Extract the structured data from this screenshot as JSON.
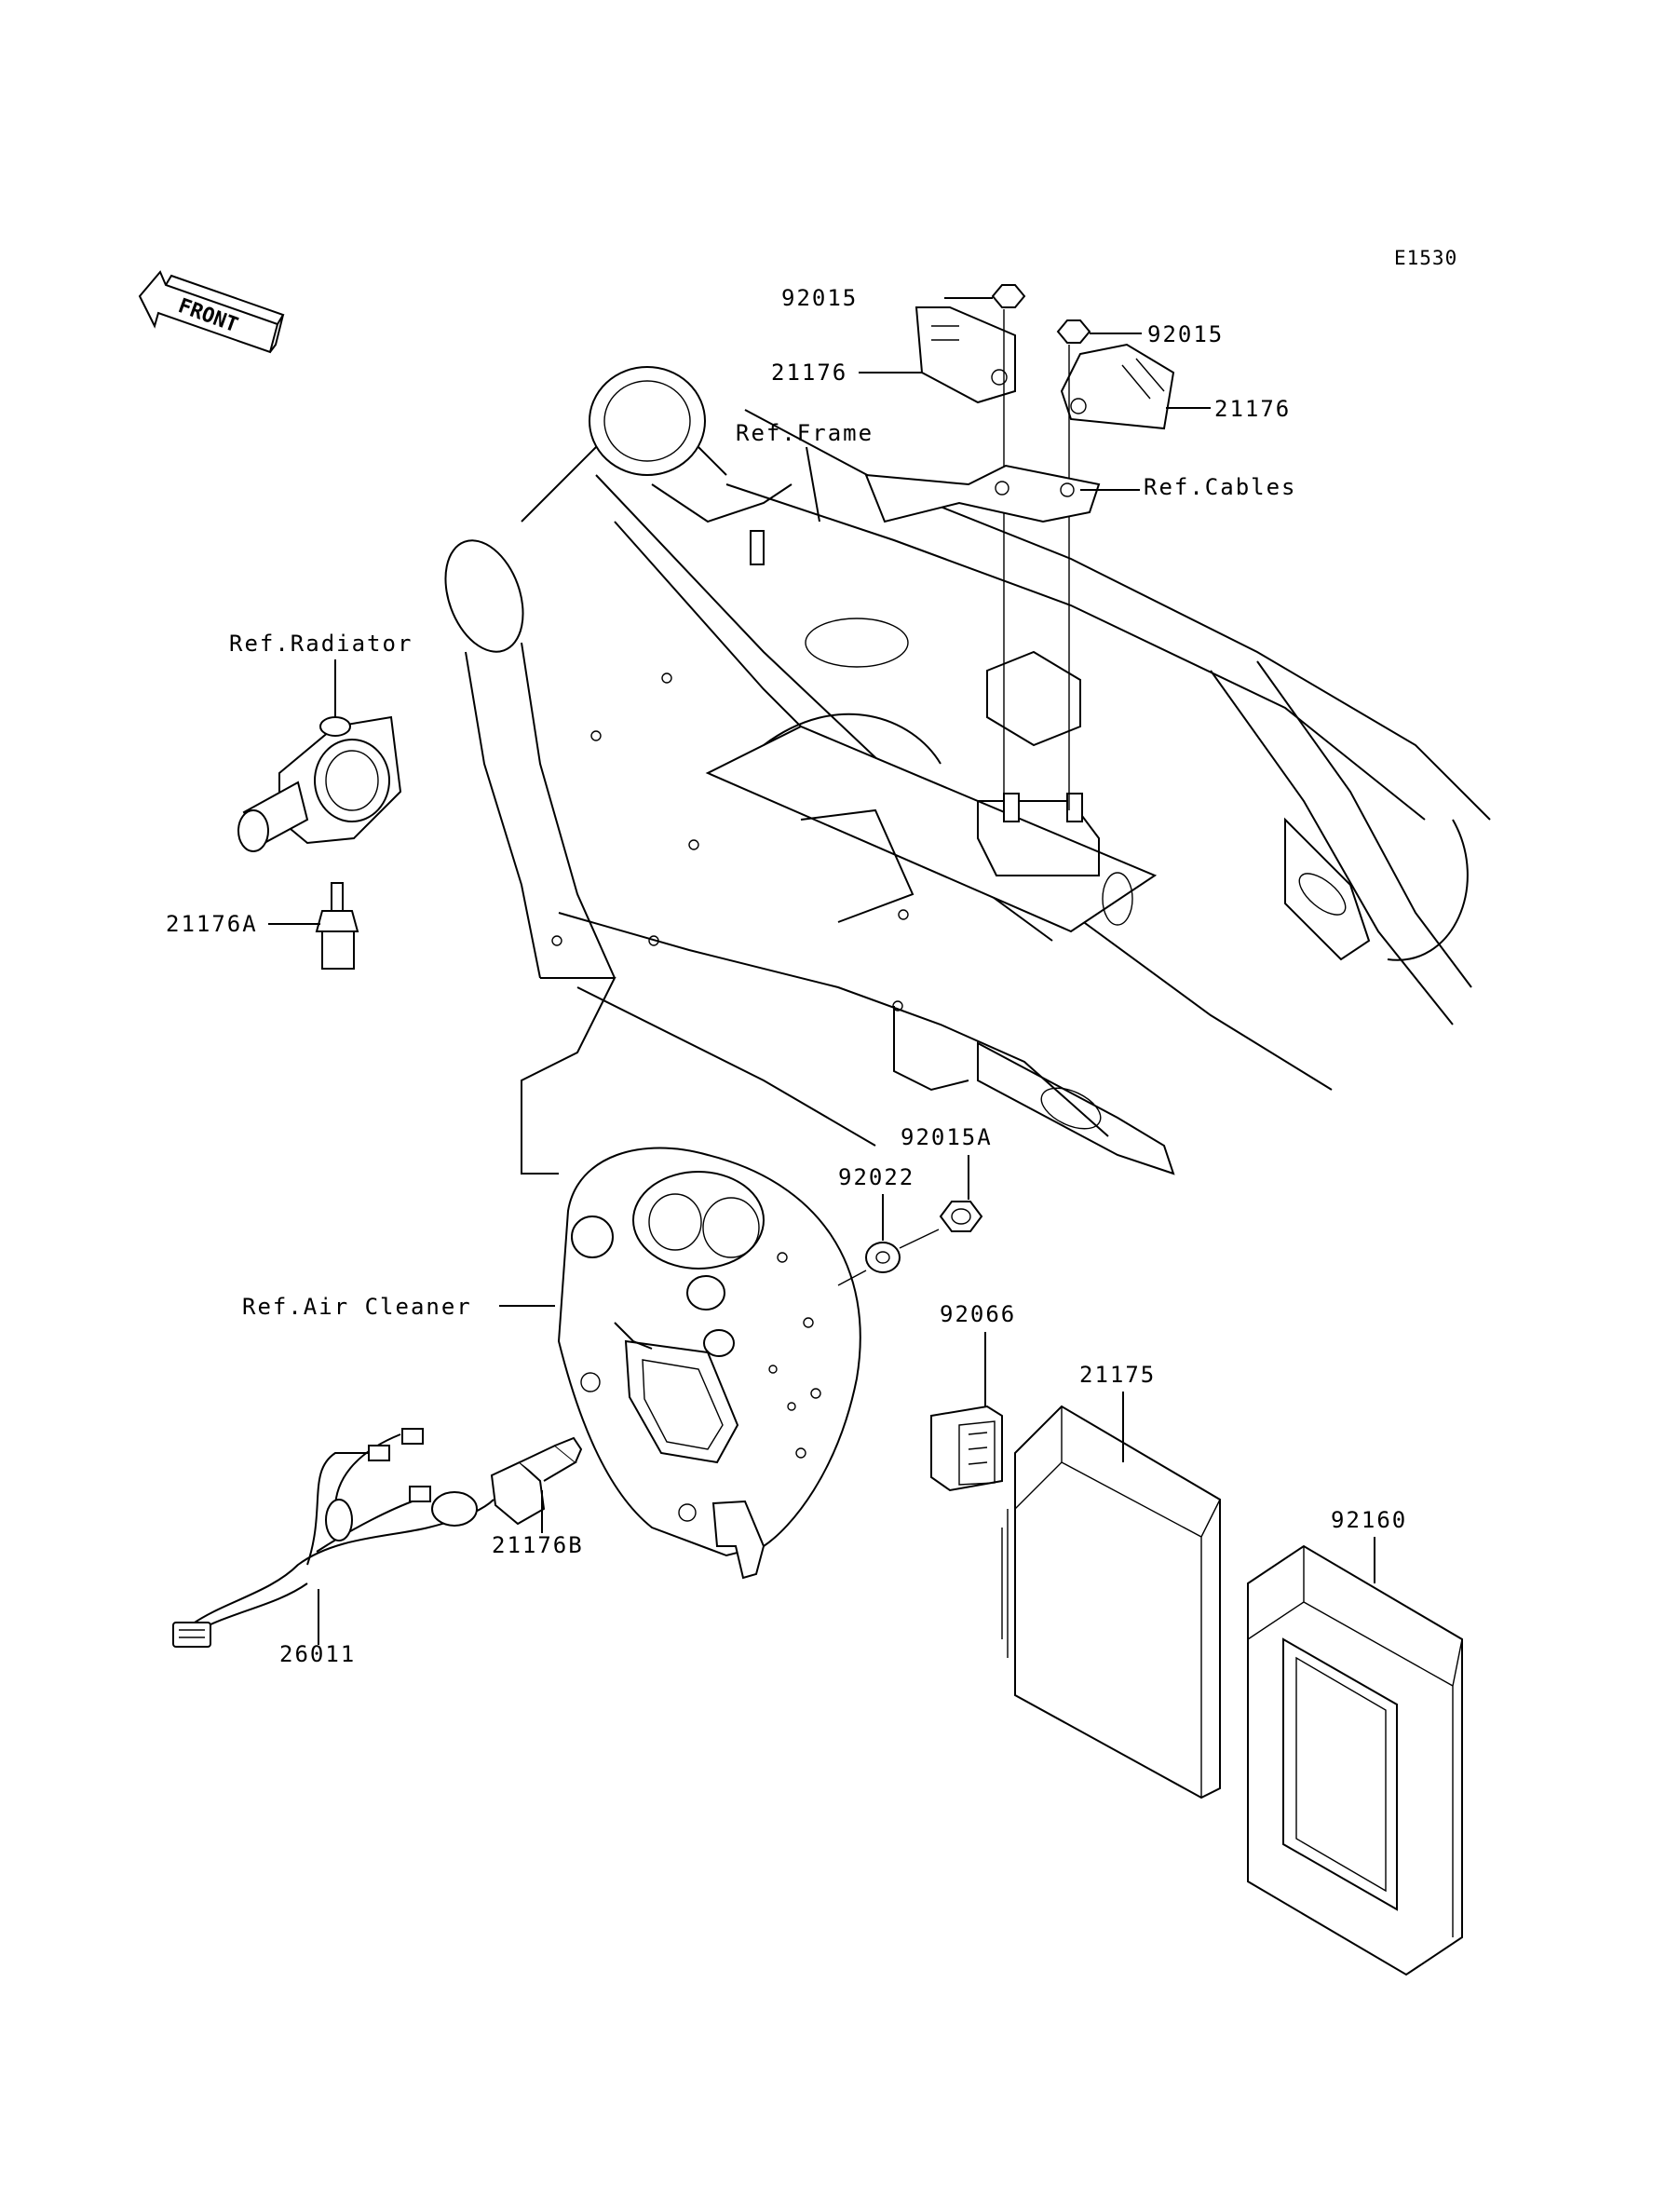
{
  "diagram_code": "E1530",
  "front_label": "FRONT",
  "part_labels": {
    "nut_92015_left": "92015",
    "nut_92015_right": "92015",
    "sensor_21176_left": "21176",
    "sensor_21176_right": "21176",
    "ref_frame": "Ref.Frame",
    "ref_cables": "Ref.Cables",
    "ref_radiator": "Ref.Radiator",
    "sensor_21176A": "21176A",
    "nut_92015A": "92015A",
    "washer_92022": "92022",
    "ref_air_cleaner": "Ref.Air Cleaner",
    "connector_92066": "92066",
    "ecu_21175": "21175",
    "cover_92160": "92160",
    "sensor_21176B": "21176B",
    "harness_26011": "26011"
  }
}
